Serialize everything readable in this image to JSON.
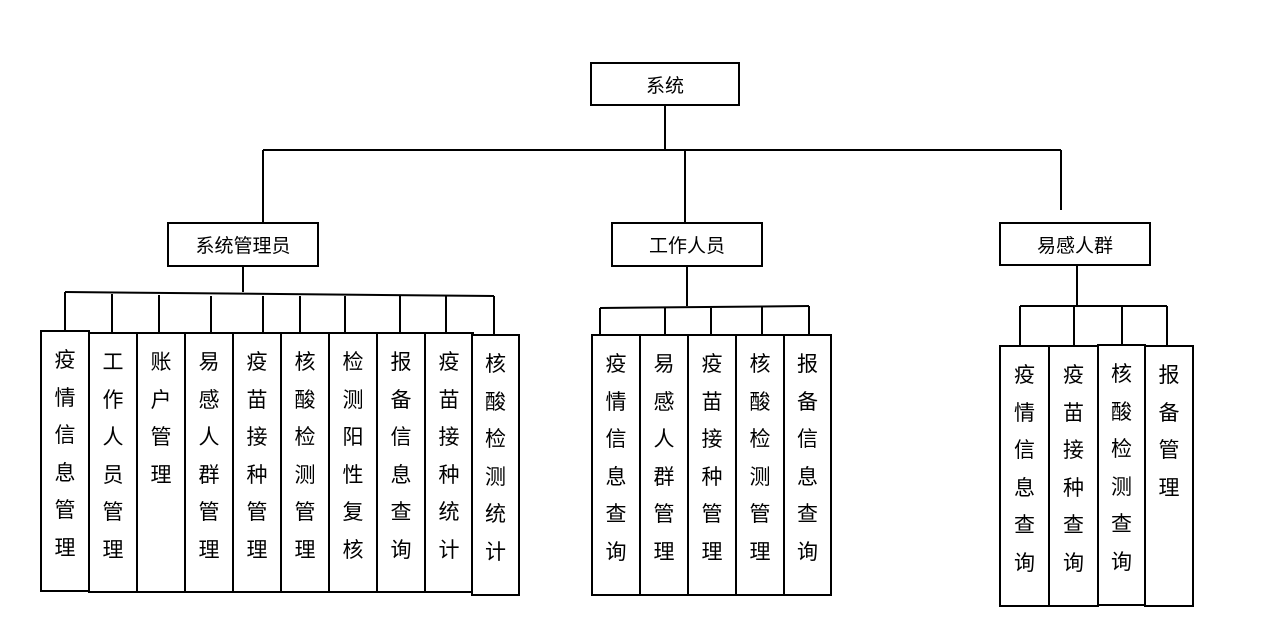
{
  "root": {
    "label": "系统"
  },
  "branches": [
    {
      "label": "系统管理员",
      "children": [
        "疫情信息管理",
        "工作人员管理",
        "账户管理",
        "易感人群管理",
        "疫苗接种管理",
        "核酸检测管理",
        "检测阳性复核",
        "报备信息查询",
        "疫苗接种统计",
        "核酸检测统计"
      ]
    },
    {
      "label": "工作人员",
      "children": [
        "疫情信息查询",
        "易感人群管理",
        "疫苗接种管理",
        "核酸检测管理",
        "报备信息查询"
      ]
    },
    {
      "label": "易感人群",
      "children": [
        "疫情信息查询",
        "疫苗接种查询",
        "核酸检测查询",
        "报备管理"
      ]
    }
  ]
}
